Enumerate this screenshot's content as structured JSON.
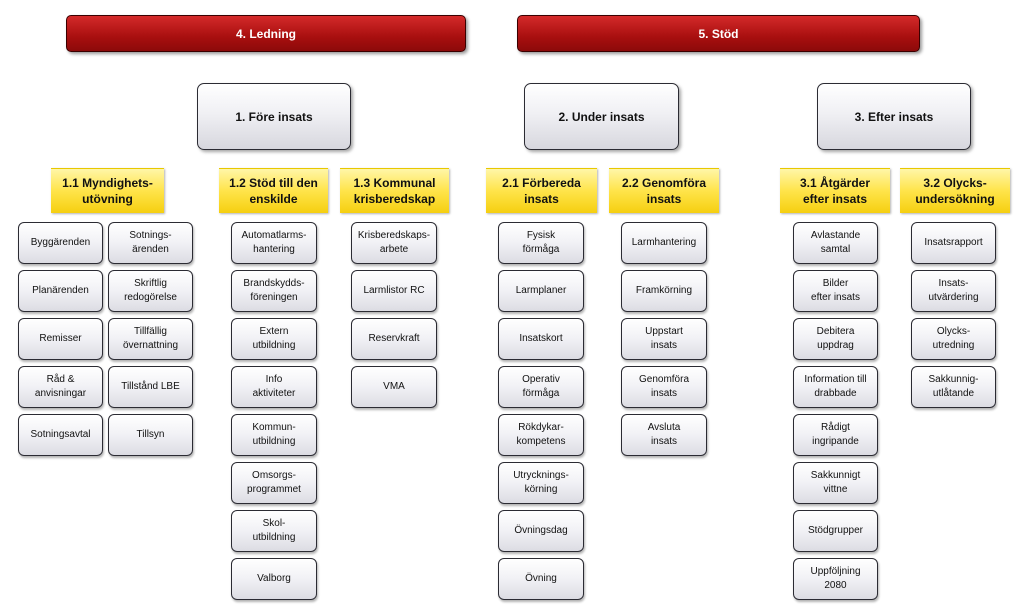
{
  "top": {
    "ledning": "4. Ledning",
    "stod": "5. Stöd"
  },
  "phases": {
    "fore": "1. Före insats",
    "under": "2. Under insats",
    "efter": "3. Efter insats"
  },
  "categories": {
    "c11": "1.1 Myndighets-\nutövning",
    "c12": "1.2 Stöd till den\nenskilde",
    "c13": "1.3 Kommunal\nkrisberedskap",
    "c21": "2.1 Förbereda\ninsats",
    "c22": "2.2 Genomföra\ninsats",
    "c31": "3.1 Åtgärder\nefter insats",
    "c32": "3.2 Olycks-\nundersökning"
  },
  "leaves": {
    "c11a": [
      "Byggärenden",
      "Planärenden",
      "Remisser",
      "Råd &\nanvisningar",
      "Sotningsavtal"
    ],
    "c11b": [
      "Sotnings-\närenden",
      "Skriftlig\nredogörelse",
      "Tillfällig\növernattning",
      "Tillstånd LBE",
      "Tillsyn"
    ],
    "c12": [
      "Automatlarms-\nhantering",
      "Brandskydds-\nföreningen",
      "Extern\nutbildning",
      "Info\naktiviteter",
      "Kommun-\nutbildning",
      "Omsorgs-\nprogrammet",
      "Skol-\nutbildning",
      "Valborg"
    ],
    "c13": [
      "Krisberedskaps-\narbete",
      "Larmlistor RC",
      "Reservkraft",
      "VMA"
    ],
    "c21": [
      "Fysisk\nförmåga",
      "Larmplaner",
      "Insatskort",
      "Operativ\nförmåga",
      "Rökdykar-\nkompetens",
      "Utrycknings-\nkörning",
      "Övningsdag",
      "Övning"
    ],
    "c22": [
      "Larmhantering",
      "Framkörning",
      "Uppstart\ninsats",
      "Genomföra\ninsats",
      "Avsluta\ninsats"
    ],
    "c31": [
      "Avlastande\nsamtal",
      "Bilder\nefter insats",
      "Debitera\nuppdrag",
      "Information till\ndrabbade",
      "Rådigt\ningripande",
      "Sakkunnigt\nvittne",
      "Stödgrupper",
      "Uppföljning\n2080"
    ],
    "c32": [
      "Insatsrapport",
      "Insats-\nutvärdering",
      "Olycks-\nutredning",
      "Sakkunnig-\nutlåtande"
    ]
  }
}
